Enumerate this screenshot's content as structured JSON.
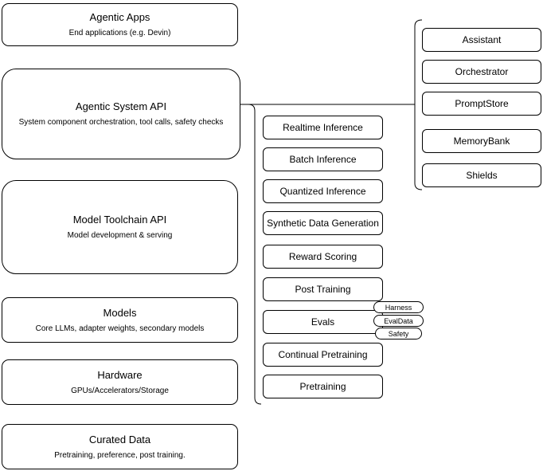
{
  "left_column": [
    {
      "title": "Agentic Apps",
      "subtitle": "End applications (e.g. Devin)"
    },
    {
      "title": "Agentic System API",
      "subtitle": "System component orchestration, tool calls, safety checks"
    },
    {
      "title": "Model Toolchain API",
      "subtitle": "Model development & serving"
    },
    {
      "title": "Models",
      "subtitle": "Core LLMs, adapter weights, secondary models"
    },
    {
      "title": "Hardware",
      "subtitle": "GPUs/Accelerators/Storage"
    },
    {
      "title": "Curated Data",
      "subtitle": "Pretraining, preference, post training."
    }
  ],
  "middle_column": [
    {
      "label": "Realtime Inference"
    },
    {
      "label": "Batch Inference"
    },
    {
      "label": "Quantized Inference"
    },
    {
      "label": "Synthetic Data Generation"
    },
    {
      "label": "Reward Scoring"
    },
    {
      "label": "Post Training"
    },
    {
      "label": "Evals"
    },
    {
      "label": "Continual Pretraining"
    },
    {
      "label": "Pretraining"
    }
  ],
  "evals_tags": [
    {
      "label": "Harness"
    },
    {
      "label": "EvalData"
    },
    {
      "label": "Safety"
    }
  ],
  "right_column": [
    {
      "label": "Assistant"
    },
    {
      "label": "Orchestrator"
    },
    {
      "label": "PromptStore"
    },
    {
      "label": "MemoryBank"
    },
    {
      "label": "Shields"
    }
  ],
  "colors": {
    "border": "#000000",
    "fill": "#ffffff",
    "text": "#000000",
    "background": "#ffffff"
  }
}
